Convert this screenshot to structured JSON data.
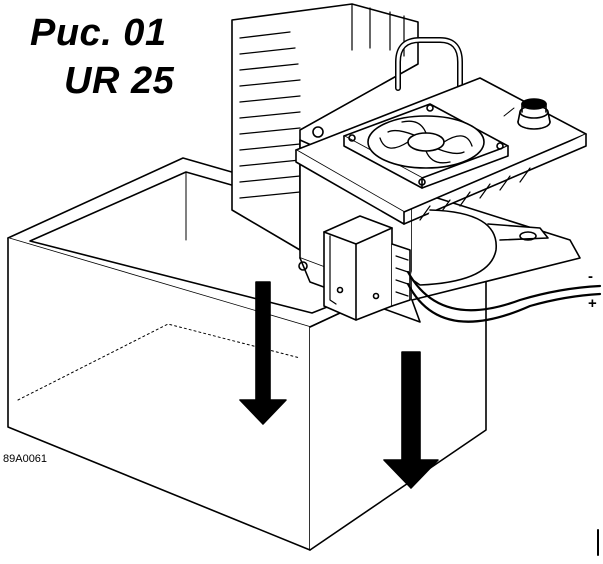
{
  "figure": {
    "title": "Рис. 01",
    "model": "UR 25",
    "reference_code": "89A0061"
  },
  "wiring": {
    "negative_label": "-",
    "positive_label": "+"
  },
  "colors": {
    "line": "#000000",
    "background": "#ffffff",
    "arrow_fill": "#000000"
  },
  "icons": [
    "fan-icon",
    "down-arrow-icon",
    "knob-icon",
    "transformer-icon"
  ]
}
